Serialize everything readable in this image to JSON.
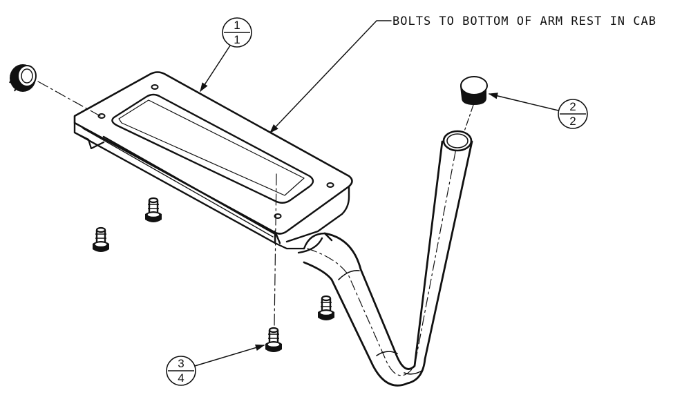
{
  "note": {
    "text": "BOLTS TO BOTTOM OF ARM REST IN CAB"
  },
  "balloons": [
    {
      "top": "1",
      "bottom": "1"
    },
    {
      "top": "2",
      "bottom": "2"
    },
    {
      "top": "3",
      "bottom": "4"
    }
  ]
}
